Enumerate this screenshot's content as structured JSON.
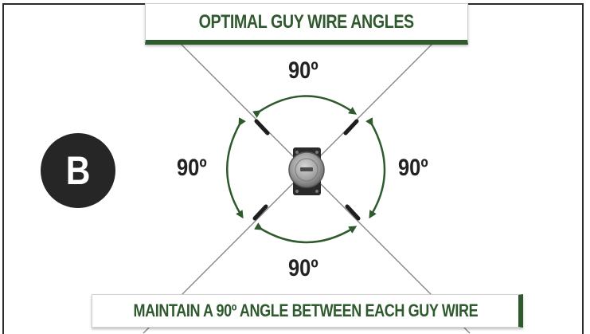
{
  "badge": {
    "letter": "B"
  },
  "title": {
    "text": "OPTIMAL GUY WIRE ANGLES"
  },
  "angles": {
    "top": "90º",
    "left": "90º",
    "right": "90º",
    "bottom": "90º"
  },
  "footer": {
    "text": "MAINTAIN A 90º ANGLE BETWEEN EACH GUY WIRE"
  },
  "colors": {
    "accent_green": "#2f5a2e",
    "badge": "#262626",
    "wire": "#8a8a8a",
    "mount": "#2a2a2a",
    "dish": "#9a9a9a"
  }
}
